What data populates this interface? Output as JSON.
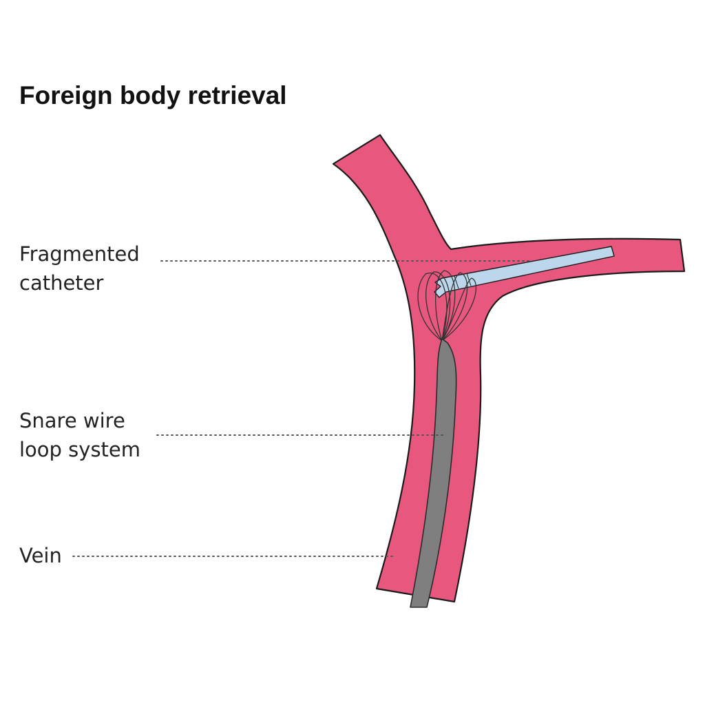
{
  "title": "Foreign body retrieval",
  "labels": {
    "fragmented_catheter": [
      "Fragmented",
      "catheter"
    ],
    "snare_wire_loop_system": [
      "Snare wire",
      "loop system"
    ],
    "vein": [
      "Vein"
    ]
  },
  "colors": {
    "vein_fill": "#e8577e",
    "vein_outline": "#1a1a1a",
    "catheter_fill": "#bcd7ec",
    "snare_wire": "#7f7f7f",
    "leader_line": "#555555"
  }
}
